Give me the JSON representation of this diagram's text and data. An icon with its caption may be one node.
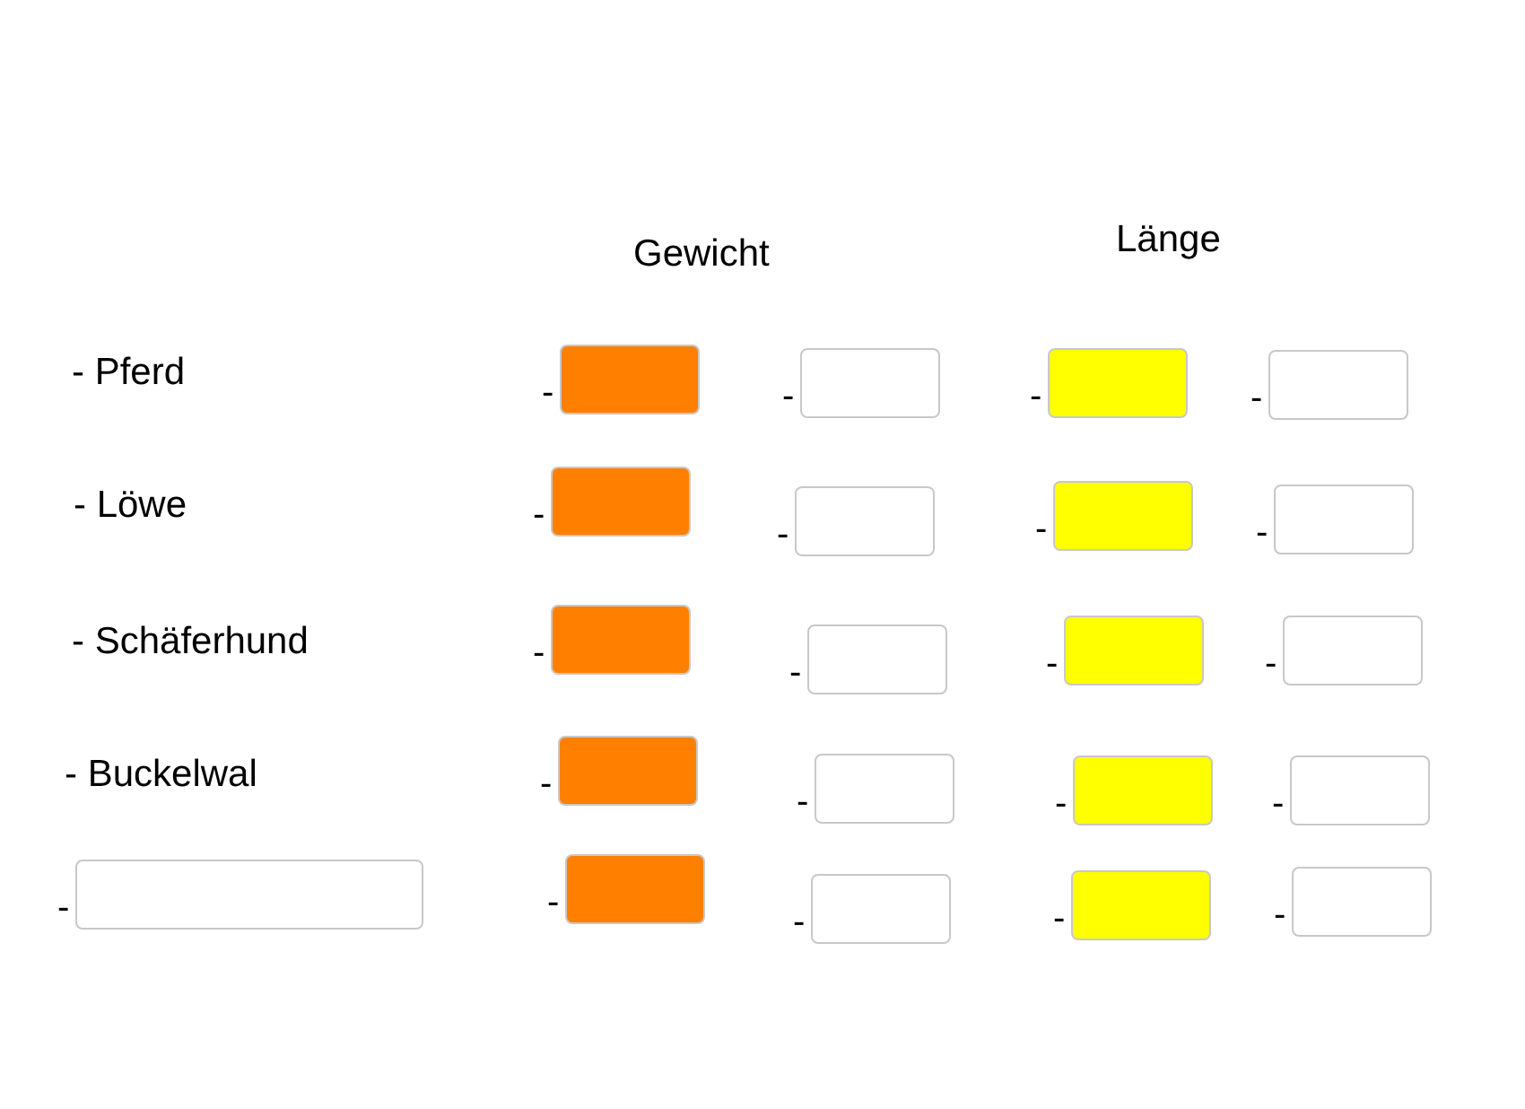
{
  "diagram": {
    "nodes": [
      {
        "text": [],
        "shape": "box",
        "beside": [
          "-"
        ]
      },
      {
        "text": [],
        "shape": "box",
        "beside": [
          "-"
        ]
      },
      {
        "text": [],
        "shape": "box",
        "beside": [
          "-"
        ]
      },
      {
        "text": [],
        "shape": "box",
        "beside": [
          "-"
        ]
      },
      {
        "text": [],
        "shape": "box",
        "beside": [
          "-"
        ]
      },
      {
        "text": [],
        "shape": "box",
        "beside": [
          "-"
        ]
      },
      {
        "text": [],
        "shape": "box",
        "beside": [
          "-"
        ]
      },
      {
        "text": [],
        "shape": "box",
        "beside": [
          "-"
        ]
      },
      {
        "text": [],
        "shape": "box",
        "beside": [
          "-"
        ]
      },
      {
        "text": [],
        "shape": "box",
        "beside": [
          "-"
        ]
      },
      {
        "text": [],
        "shape": "box",
        "beside": [
          "-"
        ]
      },
      {
        "text": [],
        "shape": "box",
        "beside": [
          "-"
        ]
      },
      {
        "text": [],
        "shape": "box",
        "beside": [
          "-"
        ]
      },
      {
        "text": [],
        "shape": "box",
        "beside": [
          "-"
        ]
      },
      {
        "text": [],
        "shape": "box",
        "beside": [
          "-"
        ]
      },
      {
        "text": [],
        "shape": "box",
        "beside": [
          "-"
        ]
      },
      {
        "text": [],
        "shape": "box",
        "beside": [
          "-"
        ]
      },
      {
        "text": [],
        "shape": "box",
        "beside": [
          "-"
        ]
      },
      {
        "text": [],
        "shape": "box",
        "beside": [
          "-"
        ]
      },
      {
        "text": [],
        "shape": "box",
        "beside": [
          "-"
        ]
      },
      {
        "text": [],
        "shape": "box",
        "beside": [
          "-"
        ]
      }
    ],
    "labels": [
      "Gewicht",
      "Länge",
      "- Pferd",
      "- Löwe",
      "- Schäferhund",
      "- Buckelwal"
    ]
  }
}
